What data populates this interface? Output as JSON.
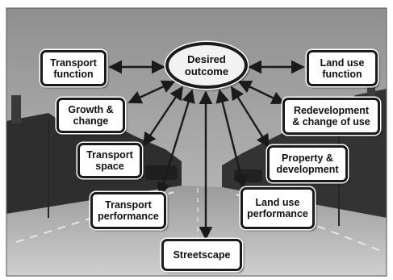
{
  "center": {
    "label": "Desired\noutcome"
  },
  "nodes": {
    "transport_function": "Transport\nfunction",
    "growth_change": "Growth &\nchange",
    "transport_space": "Transport\nspace",
    "transport_performance": "Transport\nperformance",
    "streetscape": "Streetscape",
    "land_use_performance": "Land use\nperformance",
    "property_development": "Property &\ndevelopment",
    "redevelopment": "Redevelopment\n& change of use",
    "land_use_function": "Land use\nfunction"
  },
  "colors": {
    "box_border": "#1a1a1a",
    "box_fill": "#ffffff",
    "arrow": "#1a1a1a",
    "photo_tone": "#7a7a7a"
  }
}
